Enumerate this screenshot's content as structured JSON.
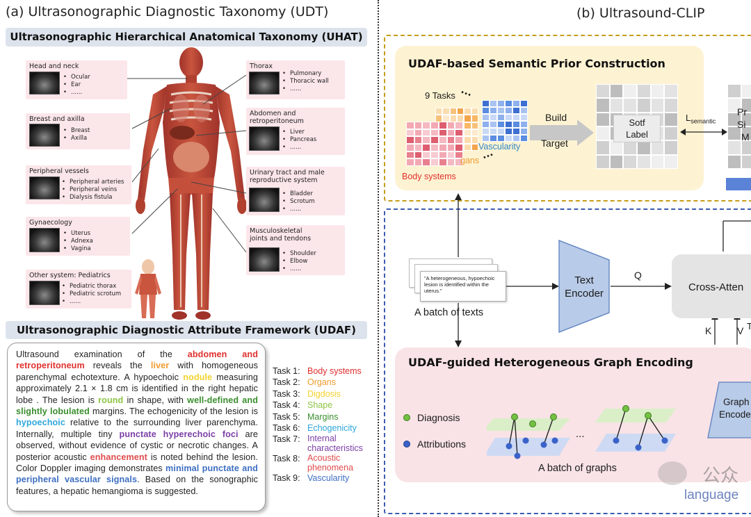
{
  "panel_a": {
    "title": "(a) Ultrasonographic Diagnostic Taxonomy (UDT)",
    "uhat_banner": "Ultrasonographic Hierarchical Anatomical Taxonomy (UHAT)",
    "udaf_banner": "Ultrasonographic Diagnostic Attribute Framework (UDAF)",
    "organs": {
      "head": {
        "title": "Head and neck",
        "items": [
          "Ocular",
          "Ear",
          "......"
        ]
      },
      "breast": {
        "title": "Breast and axilla",
        "items": [
          "Breast",
          "Axilla"
        ]
      },
      "vessels": {
        "title": "Peripheral vessels",
        "items": [
          "Peripheral arteries",
          "Peripheral veins",
          "Dialysis fistula"
        ]
      },
      "gyn": {
        "title": "Gynaecology",
        "items": [
          "Uterus",
          "Adnexa",
          "Vagina"
        ]
      },
      "peds": {
        "title": "Other system: Pediatrics",
        "items": [
          "Pediatric thorax",
          "Pediatric scrotum",
          "......"
        ]
      },
      "thorax": {
        "title": "Thorax",
        "items": [
          "Pulmonary",
          "Thoracic wall",
          "......"
        ]
      },
      "abdomen": {
        "title_1": "Abdomen and",
        "title_2": "retroperitoneum",
        "items": [
          "Liver",
          "Pancreas",
          "......"
        ]
      },
      "urinary": {
        "title_1": "Urinary tract and male",
        "title_2": "reproductive system",
        "items": [
          "Bladder",
          "Scrotum",
          "......"
        ]
      },
      "msk": {
        "title_1": "Musculoskeletal",
        "title_2": "joints and tendons",
        "items": [
          "Shoulder",
          "Elbow",
          "......"
        ]
      }
    },
    "report": {
      "s1": "Ultrasound examination of the ",
      "h1": "abdomen and retroperitoneum",
      "s2": " reveals the ",
      "h2": "liver",
      "s3": " with homogeneous parenchymal echotexture. A hypoechoic ",
      "h3": "nodule",
      "s4": " measuring approximately 2.1 × 1.8 cm is identified in the right hepatic lobe . The lesion is ",
      "h4": "round",
      "s5": " in shape, with ",
      "h5": "well-defined and slightly lobulated",
      "s6": " margins. The echogenicity of the lesion is ",
      "h6": "hypoechoic",
      "s7": " relative to the surrounding liver parenchyma. Internally, multiple tiny ",
      "h7": "punctate hyperechoic foci",
      "s8": " are observed, without evidence of cystic or necrotic changes. A posterior acoustic ",
      "h8": "enhancement",
      "s9": " is noted behind the lesion. Color Doppler imaging demonstrates ",
      "h9": "minimal punctate and peripheral vascular signals",
      "s10": ". Based on the sonographic features, a hepatic hemangioma is suggested."
    },
    "tasks": [
      {
        "label": "Task 1:",
        "name": "Body systems",
        "color": "#e0302d"
      },
      {
        "label": "Task 2:",
        "name": "Organs",
        "color": "#f09a2e"
      },
      {
        "label": "Task 3:",
        "name": "Digdosis",
        "color": "#f2d230"
      },
      {
        "label": "Task 4:",
        "name": "Shape",
        "color": "#8dc543"
      },
      {
        "label": "Task 5:",
        "name": "Margins",
        "color": "#3a8e2e"
      },
      {
        "label": "Task 6:",
        "name": "Echogenicity",
        "color": "#2fa7db"
      },
      {
        "label": "Task 7:",
        "name_1": "Internal",
        "name_2": "characteristics",
        "color": "#7b3fa6"
      },
      {
        "label": "Task 8:",
        "name_1": "Acoustic",
        "name_2": "phenomena",
        "color": "#e04b4b"
      },
      {
        "label": "Task 9:",
        "name": "Vascularity",
        "color": "#3e6fc2"
      }
    ]
  },
  "panel_b": {
    "title": "(b) Ultrasound-CLIP",
    "prior_header": "UDAF-based Semantic Prior Construction",
    "nine_tasks": "9 Tasks",
    "dots": "...",
    "vascularity": "Vascularity",
    "organs_frag": "gans",
    "body_systems": "Body systems",
    "build": "Build",
    "target": "Target",
    "soft_label_1": "Sotf",
    "soft_label_2": "Label",
    "l_main": "L",
    "l_sub": "semantic",
    "pred_frag_1": "Pr",
    "pred_frag_2": "Si",
    "pred_frag_3": "M",
    "text_card": "\"A heterogeneous, hypoechoic lesion is identified within the uterus.\"",
    "batch_texts": "A batch of texts",
    "text_encoder_1": "Text",
    "text_encoder_2": "Encoder",
    "q": "Q",
    "k": "K",
    "v": "V",
    "v_tail": "T",
    "cross_attn": "Cross-Atten",
    "graph_header": "UDAF-guided Heterogeneous Graph Encoding",
    "legend_diag": "Diagnosis",
    "legend_attr": "Attributions",
    "ellipsis": "...",
    "batch_graphs": "A batch of graphs",
    "graph_encoder_1": "Graph",
    "graph_encoder_2": "Encode",
    "watermark_1": "公众",
    "watermark_2": "language"
  },
  "colors": {
    "gold_border": "#c59d16",
    "navy_border": "#3b5bb0",
    "prior_fill": "#fdf3d2",
    "graph_fill": "#f9e3e6",
    "encoder_fill": "#b8cbe8",
    "diagnosis_node": "#74c043",
    "attribution_node": "#3a62c9"
  }
}
